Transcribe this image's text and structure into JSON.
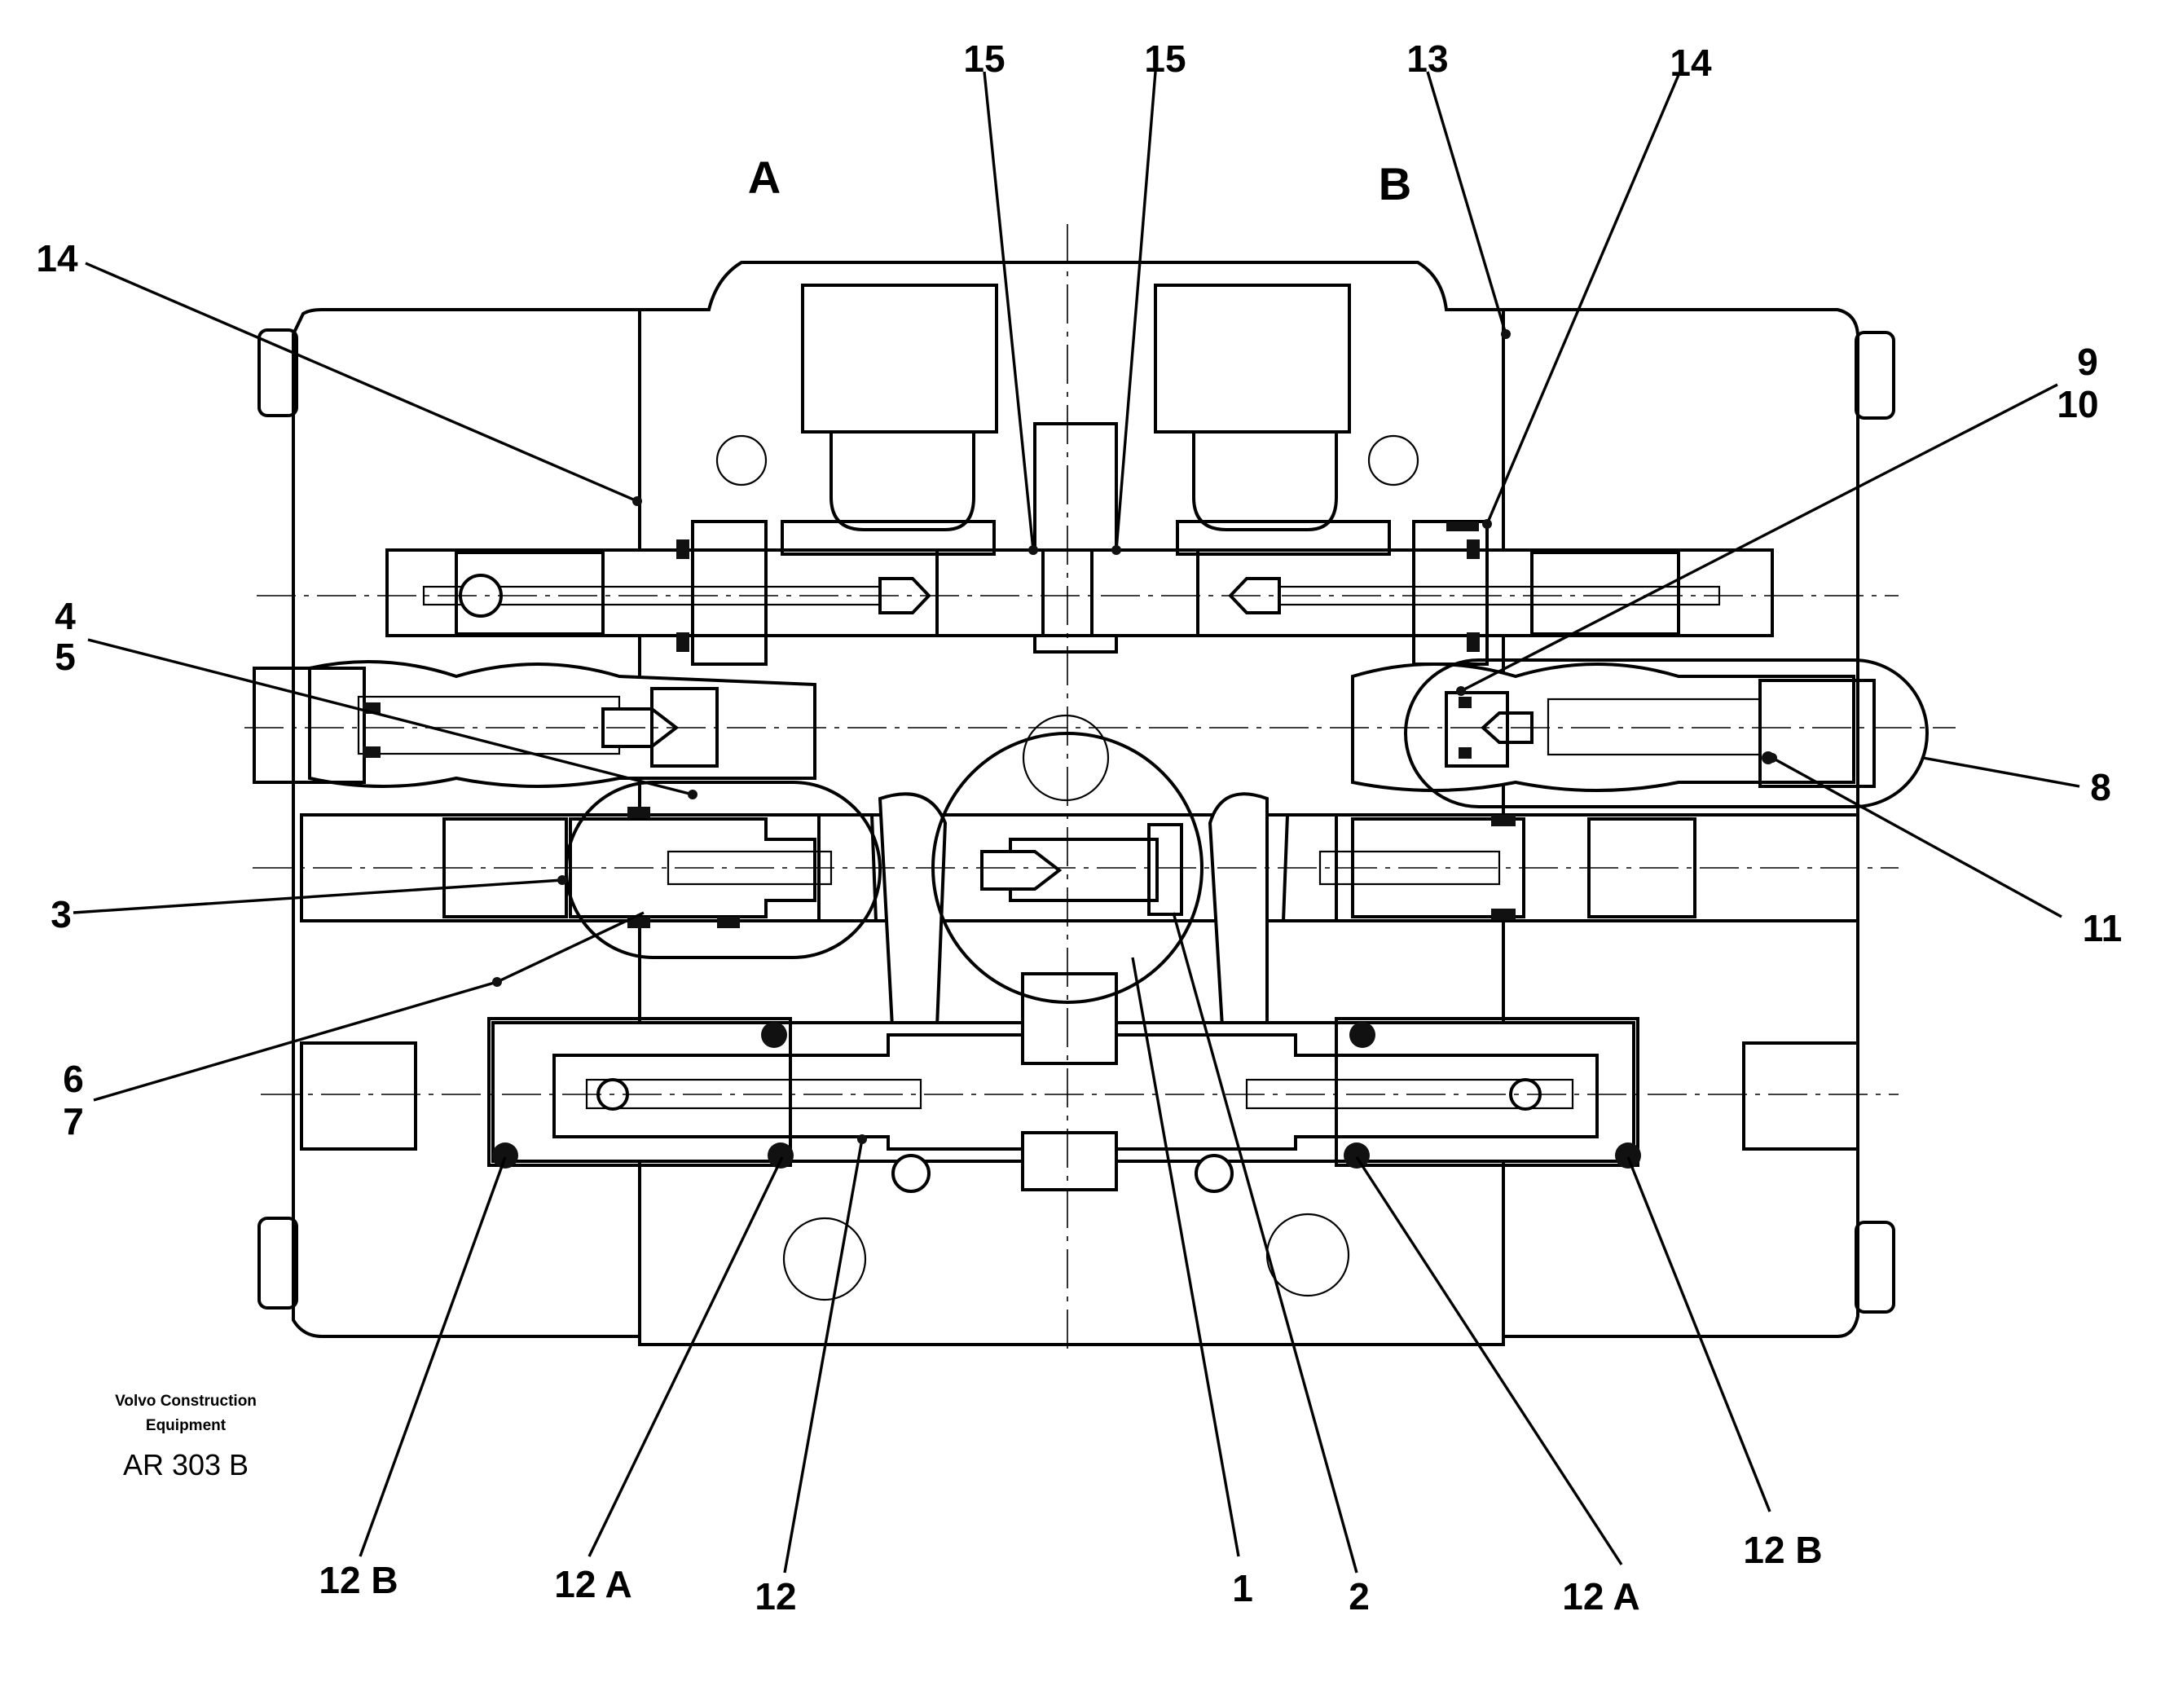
{
  "sections": {
    "a": "A",
    "b": "B"
  },
  "callouts": {
    "c15_left": "15",
    "c15_right": "15",
    "c13": "13",
    "c14_top_right": "14",
    "c14_left": "14",
    "c9": "9",
    "c10": "10",
    "c4": "4",
    "c5": "5",
    "c8": "8",
    "c3": "3",
    "c11": "11",
    "c6": "6",
    "c7": "7",
    "c12b_left": "12 B",
    "c12a_left": "12 A",
    "c12": "12",
    "c1": "1",
    "c2": "2",
    "c12a_right": "12 A",
    "c12b_right": "12 B"
  },
  "caption": {
    "company_line1": "Volvo Construction",
    "company_line2": "Equipment",
    "code": "AR 303 B"
  }
}
